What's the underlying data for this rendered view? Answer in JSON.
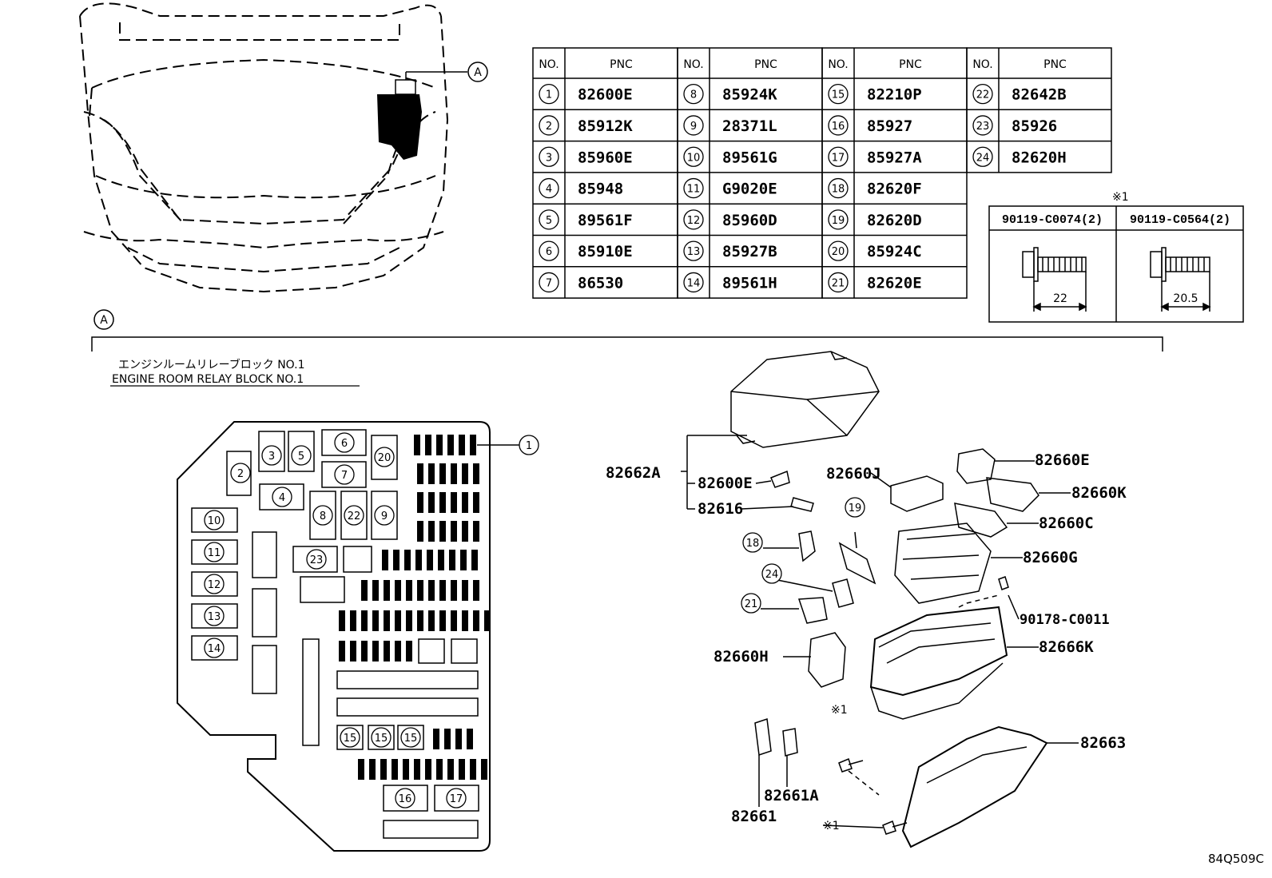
{
  "pnc_table": {
    "header_no": "NO.",
    "header_pnc": "PNC",
    "columns": [
      [
        [
          "1",
          "82600E"
        ],
        [
          "2",
          "85912K"
        ],
        [
          "3",
          "85960E"
        ],
        [
          "4",
          "85948"
        ],
        [
          "5",
          "89561F"
        ],
        [
          "6",
          "85910E"
        ],
        [
          "7",
          "86530"
        ]
      ],
      [
        [
          "8",
          "85924K"
        ],
        [
          "9",
          "28371L"
        ],
        [
          "10",
          "89561G"
        ],
        [
          "11",
          "G9020E"
        ],
        [
          "12",
          "85960D"
        ],
        [
          "13",
          "85927B"
        ],
        [
          "14",
          "89561H"
        ]
      ],
      [
        [
          "15",
          "82210P"
        ],
        [
          "16",
          "85927"
        ],
        [
          "17",
          "85927A"
        ],
        [
          "18",
          "82620F"
        ],
        [
          "19",
          "82620D"
        ],
        [
          "20",
          "85924C"
        ],
        [
          "21",
          "82620E"
        ]
      ],
      [
        [
          "22",
          "82642B"
        ],
        [
          "23",
          "85926"
        ],
        [
          "24",
          "82620H"
        ]
      ]
    ]
  },
  "bolt_table": {
    "note_mark": "※1",
    "bolts": [
      {
        "part": "90119-C0074(2)",
        "length": "22"
      },
      {
        "part": "90119-C0564(2)",
        "length": "20.5"
      }
    ]
  },
  "view_marker": "A",
  "section_title_jp": "エンジンルームリレーブロック NO.1",
  "section_title_en": "ENGINE ROOM RELAY BLOCK NO.1",
  "block_labels": [
    "1",
    "2",
    "3",
    "5",
    "6",
    "7",
    "4",
    "20",
    "8",
    "22",
    "9",
    "10",
    "11",
    "23",
    "12",
    "13",
    "14",
    "15",
    "15",
    "15",
    "16",
    "17"
  ],
  "exploded_labels": {
    "p82662A": "82662A",
    "p82600E": "82600E",
    "p82616": "82616",
    "p82660J": "82660J",
    "p82660E": "82660E",
    "p82660K": "82660K",
    "p82660C": "82660C",
    "p82660G": "82660G",
    "p90178": "90178-C0011",
    "p82666K": "82666K",
    "p82660H": "82660H",
    "p82663": "82663",
    "p82661A": "82661A",
    "p82661": "82661",
    "c19": "19",
    "c18": "18",
    "c24": "24",
    "c21": "21",
    "note1": "※1",
    "note2": "※1"
  },
  "figure_code": "84Q509C"
}
